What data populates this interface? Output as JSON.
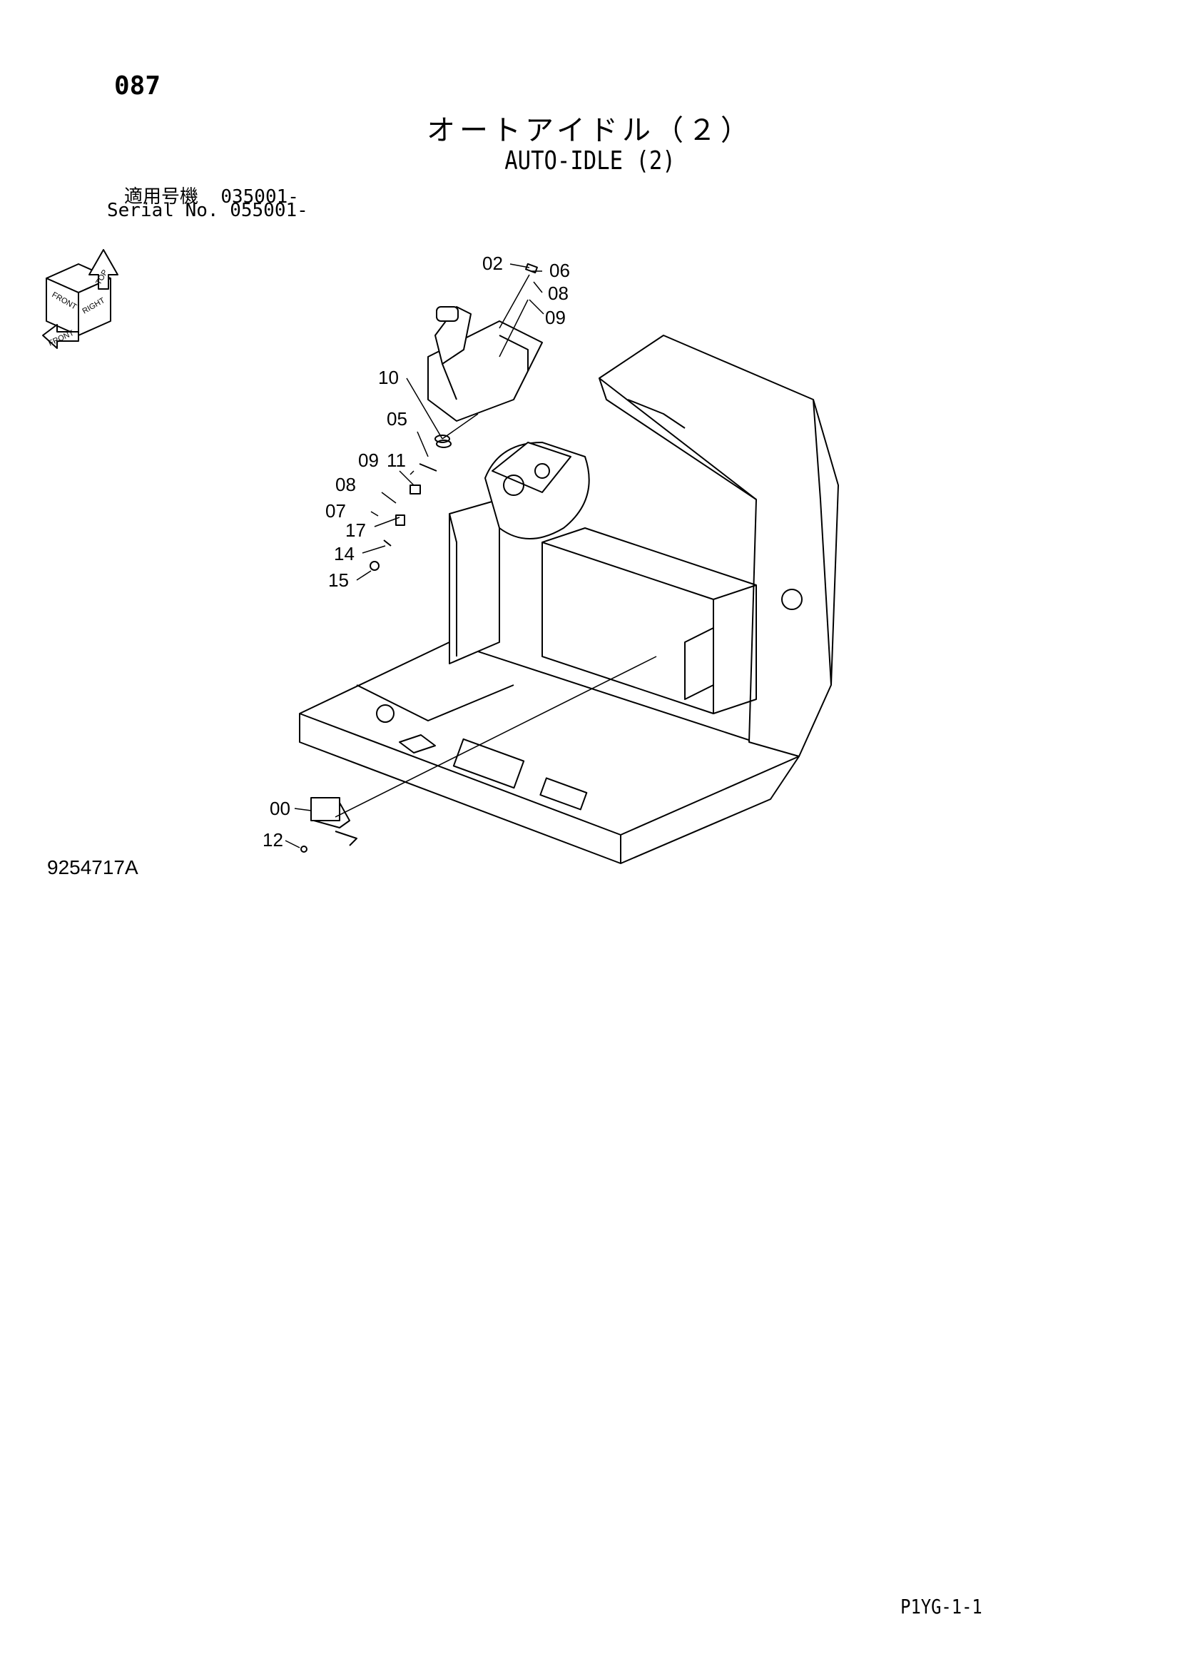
{
  "header": {
    "page_number": "087",
    "title_jp": "オートアイドル（２）",
    "title_en": "AUTO-IDLE (2)"
  },
  "serial": {
    "jp_label": "適用号機",
    "jp_value": "035001-",
    "en_label": "Serial No.",
    "en_value": "055001-"
  },
  "orientation": {
    "labels": [
      "FRONT",
      "RIGHT",
      "TOP",
      "FRONT"
    ]
  },
  "callouts": [
    "02",
    "06",
    "08",
    "09",
    "10",
    "05",
    "09",
    "11",
    "08",
    "07",
    "17",
    "14",
    "15",
    "00",
    "12"
  ],
  "footer": {
    "drawing_id": "9254717A",
    "sheet_id": "P1YG-1-1"
  }
}
